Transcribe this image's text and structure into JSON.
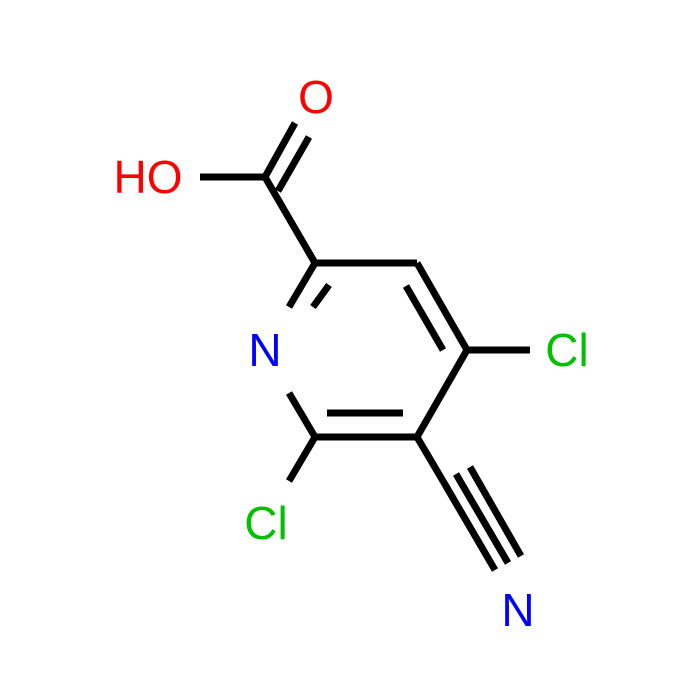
{
  "atoms": {
    "carboxyl_oxygen": {
      "text": "O",
      "color": "#ff0000"
    },
    "hydroxyl": {
      "text": "HO",
      "color": "#ff0000"
    },
    "ring_nitrogen": {
      "text": "N",
      "color": "#0000ff"
    },
    "chlorine_4": {
      "text": "Cl",
      "color": "#00c000"
    },
    "chlorine_6": {
      "text": "Cl",
      "color": "#00c000"
    },
    "nitrile_nitrogen": {
      "text": "N",
      "color": "#0000ff"
    }
  },
  "colors": {
    "bond": "#000000",
    "background": "#ffffff"
  }
}
